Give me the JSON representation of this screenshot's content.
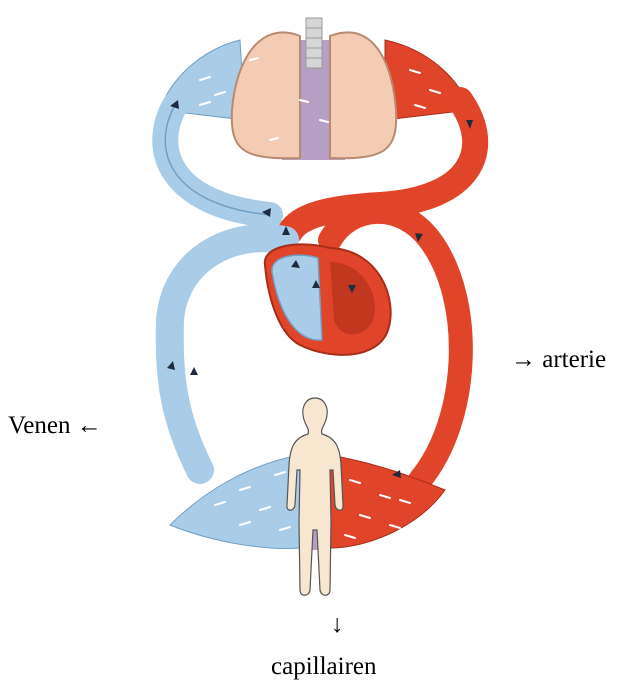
{
  "labels": {
    "arterie": "→ arterie",
    "venen": "Venen  ←",
    "capillairen_arrow": "↓",
    "capillairen": "capillairen"
  },
  "colors": {
    "oxygenated_blood": "#e0452a",
    "deoxygenated_blood": "#a9cde8",
    "lungs": "#f4cbb3",
    "body_figure": "#f7e6d0",
    "trachea": "#cfcfcf",
    "capillary_bg": "#b59fc4"
  },
  "icons": [
    "lungs-icon",
    "heart-icon",
    "human-body-icon",
    "flow-arrow-icon"
  ]
}
